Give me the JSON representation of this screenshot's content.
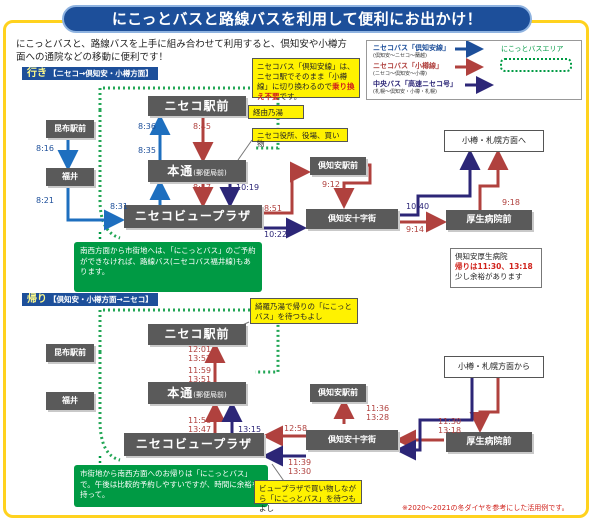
{
  "header": {
    "title": "にこっとバスと路線バスを利用して便利にお出かけ！"
  },
  "intro": {
    "text": "にこっとバスと、路線バスを上手に組み合わせて利用すると、倶知安や小樽方面への通院などの移動に便利です！"
  },
  "legend": {
    "niseko_line": {
      "label": "ニセコバス「倶知安線」",
      "sub": "(倶知安〜ニセコ〜蘭越)"
    },
    "otaru_line": {
      "label": "ニセコバス「小樽線」",
      "sub": "(ニセコ〜倶知安〜小樽)"
    },
    "chuo_line": {
      "label": "中央バス「高速ニセコ号」",
      "sub": "(札幌〜倶知安・小樽・札幌)"
    },
    "area": {
      "label": "にこっとバスエリア"
    }
  },
  "outbound": {
    "tag_strong": "行き",
    "tag_sub": "【ニセコ→倶知安・小樽方面】",
    "stops": {
      "niseko_station": "ニセコ駅前",
      "hondori": "本通",
      "hondori_sub": "(郵便局前)",
      "viewplaza": "ニセコビュープラザ",
      "konbu": "昆布駅前",
      "fukui": "福井",
      "kutchan_station": "倶知安駅前",
      "kutchan_jujigai": "倶知安十字街",
      "kosei_hospital": "厚生病院前",
      "otaru_sapporo": "小樽・札幌方面へ"
    },
    "times": {
      "t836": "8:36",
      "t845": "8:45",
      "t835": "8:35",
      "t847": "8:47",
      "t1019": "10:19",
      "t816": "8:16",
      "t821": "8:21",
      "t831": "8:31",
      "t851": "8:51",
      "t1022": "10:22",
      "t912": "9:12",
      "t1040": "10:40",
      "t914": "9:14",
      "t918": "9:18"
    },
    "notes": {
      "transfer_pre": "ニセコバス「倶知安線」は、ニセコ駅でそのまま「小樽線」に切り換わるので",
      "transfer_em": "乗り換え不要",
      "transfer_post": "です。",
      "rail": "経由乃湯",
      "shopping": "ニセコ役所、役場、買い物",
      "green": "南西方面から市街地へは、「にこっとバス」のご予約ができなければ、路線バス(ニセコバス福井線)もあります。",
      "hospital_line1": "倶知安厚生病院",
      "hospital_em": "帰りは11:30、13:18",
      "hospital_line2": "少し余裕があります"
    }
  },
  "return": {
    "tag_strong": "帰り",
    "tag_sub": "【倶知安・小樽方面→ニセコ】",
    "stops": {
      "niseko_station": "ニセコ駅前",
      "hondori": "本通",
      "hondori_sub": "(郵便局前)",
      "viewplaza": "ニセコビュープラザ",
      "konbu": "昆布駅前",
      "fukui": "福井",
      "kutchan_station": "倶知安駅前",
      "kutchan_jujigai": "倶知安十字街",
      "kosei_hospital": "厚生病院前",
      "otaru_sapporo": "小樽・札幌方面から"
    },
    "times": {
      "t1201": "12:01",
      "t1352": "13:52",
      "t1159": "11:59",
      "t1351": "13:51",
      "t1156": "11:56",
      "t1347": "13:47",
      "t1315": "13:15",
      "t1258": "12:58",
      "t1136": "11:36",
      "t1328": "13:28",
      "t1130": "11:30",
      "t1318": "13:18",
      "t1139": "11:39",
      "t1330": "13:30"
    },
    "notes": {
      "onsen": "綺羅乃湯で帰りの「にこっとバス」を待つもよし",
      "green": "市街地から南西方面へのお帰りは「にこっとバス」で。午後は比較的予約しやすいですが、時間に余裕を持って。",
      "shopping": "ビュープラザで買い物しながら「にこっとバス」を待つもよし"
    }
  },
  "footer": {
    "note": "※2020～2021の冬ダイヤを参考にした活用例です。"
  }
}
